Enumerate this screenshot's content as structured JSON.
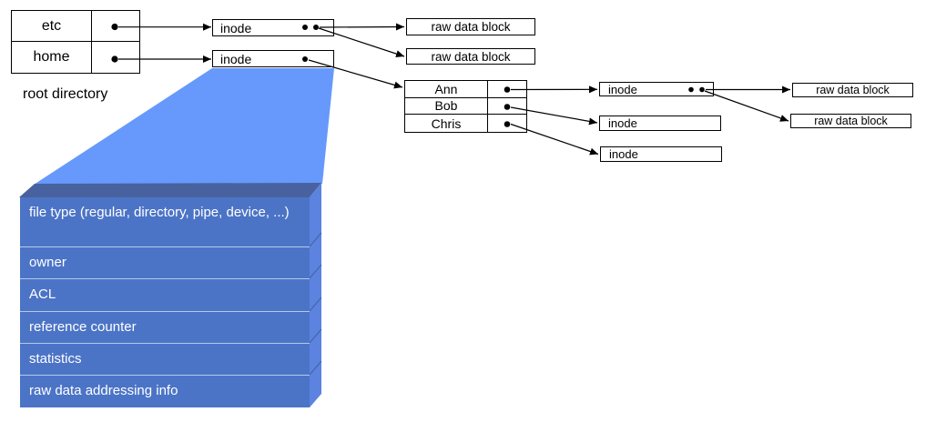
{
  "labels": {
    "root_directory": "root directory",
    "inode": "inode",
    "raw_data_block": "raw data block"
  },
  "root_directory_entries": [
    "etc",
    "home"
  ],
  "home_directory_entries": [
    "Ann",
    "Bob",
    "Chris"
  ],
  "inode_fields": [
    "file type (regular, directory, pipe, device, ...)",
    "owner",
    "ACL",
    "reference counter",
    "statistics",
    "raw data addressing info"
  ],
  "relationships": [
    "etc -> inode",
    "home -> inode",
    "etc inode -> raw data block, raw data block",
    "home inode -> directory (Ann, Bob, Chris)",
    "Ann -> inode",
    "Bob -> inode",
    "Chris -> inode",
    "Ann inode -> raw data block, raw data block"
  ],
  "colors": {
    "funnel": "#6699FB",
    "stack_top": "#47629E",
    "stack_front": "#4C74C6",
    "stack_side": "#5B83DF",
    "stack_text": "#FFFFFF",
    "line": "#000000",
    "background": "#FFFFFF"
  }
}
